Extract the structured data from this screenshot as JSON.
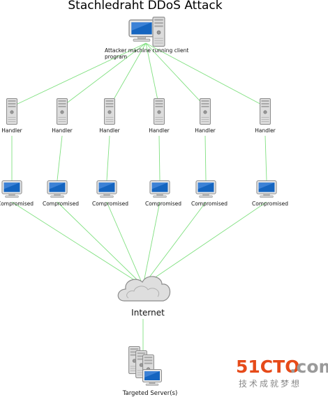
{
  "title": "Stachledraht DDoS Attack",
  "attacker": {
    "label": "Attacker machine running client program",
    "line1": "Attacker machine running client",
    "line2": "program"
  },
  "handlers": [
    {
      "label": "Handler"
    },
    {
      "label": "Handler"
    },
    {
      "label": "Handler"
    },
    {
      "label": "Handler"
    },
    {
      "label": "Handler"
    },
    {
      "label": "Handler"
    }
  ],
  "compromised": [
    {
      "label": "Compromised"
    },
    {
      "label": "Compromised"
    },
    {
      "label": "Compromised"
    },
    {
      "label": "Compromised"
    },
    {
      "label": "Compromised"
    },
    {
      "label": "Compromised"
    }
  ],
  "internet": {
    "label": "Internet"
  },
  "target": {
    "label": "Targeted Server(s)"
  },
  "watermark": {
    "brand_digits": "51CTO",
    "brand_suffix": ".com",
    "tagline": "技术成就梦想"
  },
  "colors": {
    "link": "#7fe07f",
    "monitor_screen": "#1565c0",
    "server_body": "#d9d9d9",
    "watermark_red": "#e64a19",
    "watermark_gray": "#8a8a8a"
  },
  "icons": {
    "attacker": "workstation-icon",
    "handler": "server-tower-icon",
    "compromised": "monitor-icon",
    "internet": "cloud-icon",
    "target": "server-cluster-icon"
  }
}
